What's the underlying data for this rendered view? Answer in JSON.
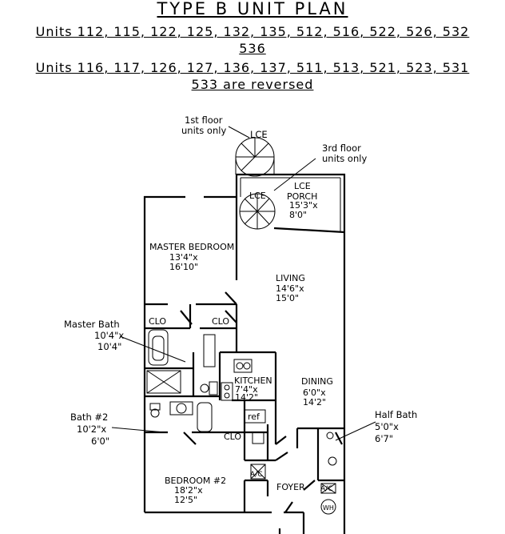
{
  "header": {
    "title": "TYPE B UNIT PLAN",
    "line1": "Units 112, 115, 122, 125, 132, 135, 512, 516, 522, 526, 532",
    "line2": "536",
    "line3": "Units 116, 117, 126, 127, 136, 137, 511, 513, 521, 523, 531",
    "line4": "533 are reversed"
  },
  "callouts": {
    "first_floor_a": "1st floor",
    "first_floor_b": "units only",
    "lce_top": "LCE",
    "third_floor_a": "3rd floor",
    "third_floor_b": "units only",
    "master_bath_name": "Master Bath",
    "master_bath_dim1": "10'4\"x",
    "master_bath_dim2": "10'4\"",
    "bath2_name": "Bath #2",
    "bath2_dim1": "10'2\"x",
    "bath2_dim2": "6'0\"",
    "half_bath_name": "Half Bath",
    "half_bath_dim1": "5'0\"x",
    "half_bath_dim2": "6'7\""
  },
  "rooms": {
    "lce_stair": "LCE",
    "porch_name1": "LCE",
    "porch_name2": "PORCH",
    "porch_dim1": "15'3\"x",
    "porch_dim2": "8'0\"",
    "master_name": "MASTER BEDROOM",
    "master_dim1": "13'4\"x",
    "master_dim2": "16'10\"",
    "living_name": "LIVING",
    "living_dim1": "14'6\"x",
    "living_dim2": "15'0\"",
    "clo1": "CLO",
    "clo2": "CLO",
    "clo3": "CLO",
    "kitchen_name": "KITCHEN",
    "kitchen_dim1": "7'4\"x",
    "kitchen_dim2": "14'2\"",
    "dining_name": "DINING",
    "dining_dim1": "6'0\"x",
    "dining_dim2": "14'2\"",
    "ref": "ref",
    "bedroom2_name": "BEDROOM #2",
    "bedroom2_dim1": "18'2\"x",
    "bedroom2_dim2": "12'5\"",
    "ac1": "A/C",
    "ac2": "A/C",
    "foyer": "FOYER",
    "wh": "WH"
  }
}
